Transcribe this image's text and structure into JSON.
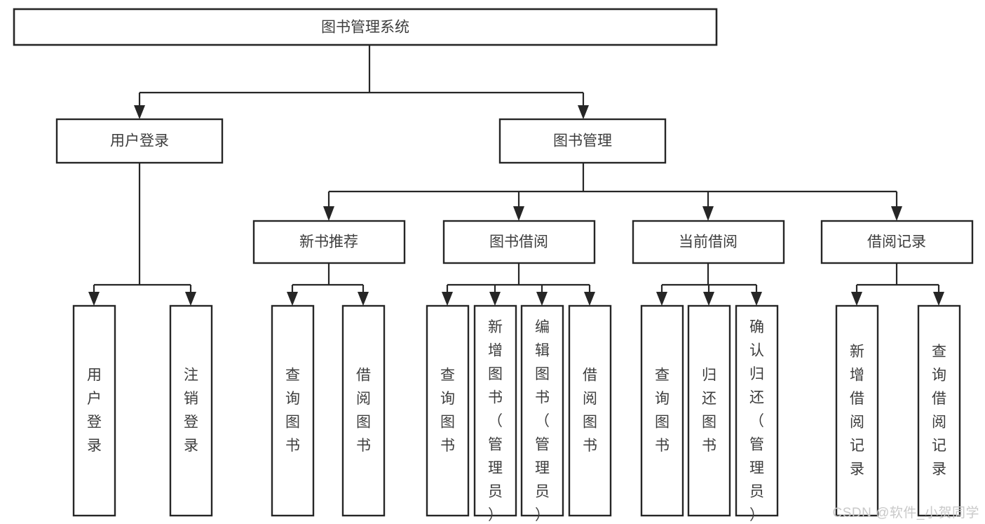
{
  "diagram": {
    "type": "tree",
    "title": "图书管理系统",
    "orientation": "top-down",
    "watermark": "CSDN @软件_小贺同学",
    "colors": {
      "box_stroke": "#262626",
      "box_fill": "#ffffff",
      "text": "#3d3d3d",
      "connector": "#262626",
      "background": "#ffffff",
      "watermark": "#c9c9c9"
    },
    "nodes": {
      "root": {
        "id": "root",
        "label": "图书管理系统",
        "level": 0,
        "orientation": "horizontal"
      },
      "l1": [
        {
          "id": "user-login",
          "label": "用户登录",
          "level": 1,
          "orientation": "horizontal"
        },
        {
          "id": "book-manage",
          "label": "图书管理",
          "level": 1,
          "orientation": "horizontal"
        }
      ],
      "l2": [
        {
          "id": "new-book-recommend",
          "label": "新书推荐",
          "level": 2,
          "orientation": "horizontal",
          "parent": "book-manage"
        },
        {
          "id": "book-borrow",
          "label": "图书借阅",
          "level": 2,
          "orientation": "horizontal",
          "parent": "book-manage"
        },
        {
          "id": "current-borrow",
          "label": "当前借阅",
          "level": 2,
          "orientation": "horizontal",
          "parent": "book-manage"
        },
        {
          "id": "borrow-record",
          "label": "借阅记录",
          "level": 2,
          "orientation": "horizontal",
          "parent": "book-manage"
        }
      ],
      "leaves": [
        {
          "id": "leaf-user-login",
          "label": "用户登录",
          "parent": "user-login",
          "orientation": "vertical"
        },
        {
          "id": "leaf-user-logout",
          "label": "注销登录",
          "parent": "user-login",
          "orientation": "vertical"
        },
        {
          "id": "leaf-query-book-1",
          "label": "查询图书",
          "parent": "new-book-recommend",
          "orientation": "vertical"
        },
        {
          "id": "leaf-borrow-book-1",
          "label": "借阅图书",
          "parent": "new-book-recommend",
          "orientation": "vertical"
        },
        {
          "id": "leaf-query-book-2",
          "label": "查询图书",
          "parent": "book-borrow",
          "orientation": "vertical"
        },
        {
          "id": "leaf-add-book",
          "label": "新增图书（管理员）",
          "parent": "book-borrow",
          "orientation": "vertical"
        },
        {
          "id": "leaf-edit-book",
          "label": "编辑图书（管理员）",
          "parent": "book-borrow",
          "orientation": "vertical"
        },
        {
          "id": "leaf-borrow-book-2",
          "label": "借阅图书",
          "parent": "book-borrow",
          "orientation": "vertical"
        },
        {
          "id": "leaf-query-book-3",
          "label": "查询图书",
          "parent": "current-borrow",
          "orientation": "vertical"
        },
        {
          "id": "leaf-return-book",
          "label": "归还图书",
          "parent": "current-borrow",
          "orientation": "vertical"
        },
        {
          "id": "leaf-confirm-return",
          "label": "确认归还（管理员）",
          "parent": "current-borrow",
          "orientation": "vertical"
        },
        {
          "id": "leaf-add-record",
          "label": "新增借阅记录",
          "parent": "borrow-record",
          "orientation": "vertical"
        },
        {
          "id": "leaf-query-record",
          "label": "查询借阅记录",
          "parent": "borrow-record",
          "orientation": "vertical"
        }
      ]
    }
  }
}
